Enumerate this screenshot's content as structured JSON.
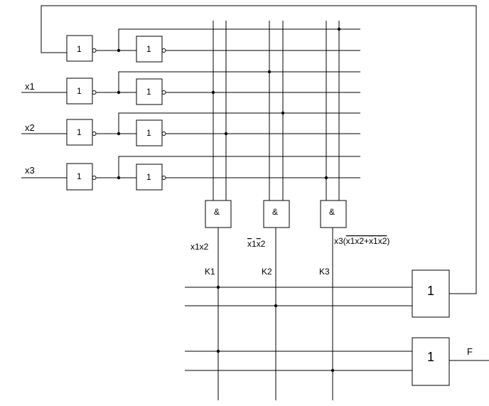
{
  "inputs": [
    "x1",
    "x2",
    "x3"
  ],
  "inverter_symbol": "1",
  "and_symbol": "&",
  "or_symbol": "1",
  "and_outputs": {
    "k1": {
      "plain": "x1x2"
    },
    "k2": {
      "a": "x",
      "b": "1",
      "c": "x",
      "d": "2"
    },
    "k3": {
      "pre": "x3(",
      "inner": "x1x2+",
      "bar1": "x",
      "d1": "1",
      "bar2": "x",
      "d2": "2",
      "post": ")"
    }
  },
  "bus_labels": [
    "K1",
    "K2",
    "K3"
  ],
  "output_label": "F"
}
